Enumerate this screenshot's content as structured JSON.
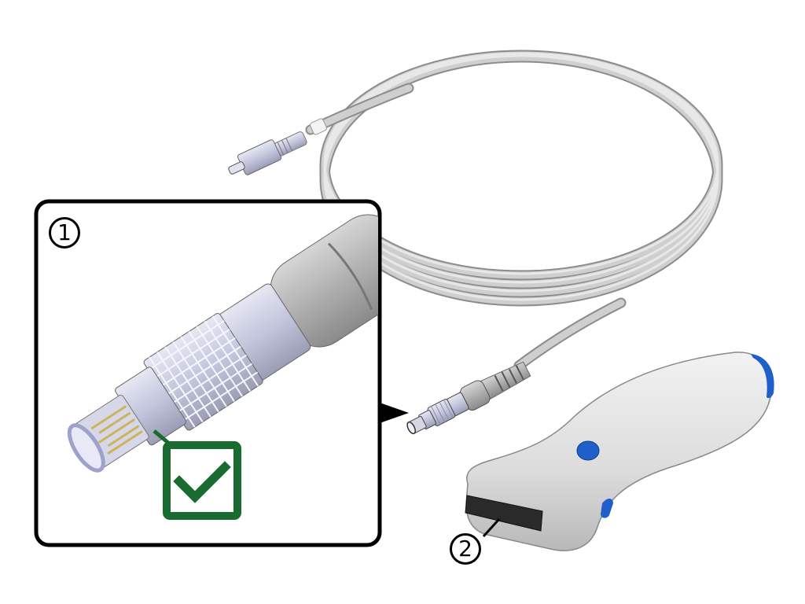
{
  "figure": {
    "subject": "ultrasound probe with coiled cable and connector",
    "callouts": [
      {
        "id": "1",
        "label": "1",
        "target": "connector-plug-detail"
      },
      {
        "id": "2",
        "label": "2",
        "target": "probe-transducer-face"
      }
    ],
    "detail_inset": {
      "label": "1",
      "status_icon": "checkmark-icon",
      "status_color": "#1a6b2f"
    },
    "colors": {
      "outline": "#000000",
      "cable": "#c9c9c9",
      "connector_metal": "#c8cbe0",
      "probe_body": "#e6e6e6",
      "probe_accent": "#1f5fc9",
      "transducer_face": "#2a2a2a",
      "pins": "#d8c06a",
      "check_green": "#1a6b2f"
    }
  }
}
